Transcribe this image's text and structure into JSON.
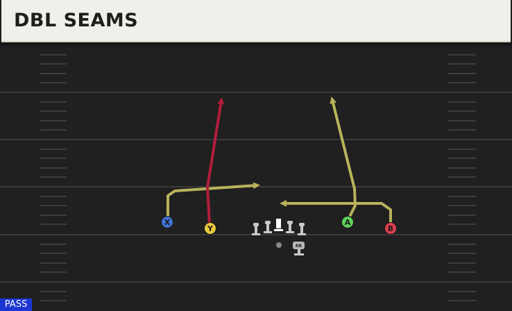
{
  "play": {
    "title": "DBL SEAMS",
    "type_badge": "PASS"
  },
  "players": {
    "x": {
      "label": "X",
      "color": "#3f74d6"
    },
    "y": {
      "label": "Y",
      "color": "#e8c93a"
    },
    "a": {
      "label": "A",
      "color": "#5fd35a"
    },
    "b": {
      "label": "B",
      "color": "#e34050"
    },
    "rb": {
      "label": "RB"
    }
  },
  "route_colors": {
    "primary": "#b21d3c",
    "standard": "#b8b35a"
  },
  "field_colors": {
    "turf": "#202020",
    "yard_line": "#3a3a3a",
    "hash": "#3d3d3d",
    "lineman": "#c9c9c9"
  }
}
